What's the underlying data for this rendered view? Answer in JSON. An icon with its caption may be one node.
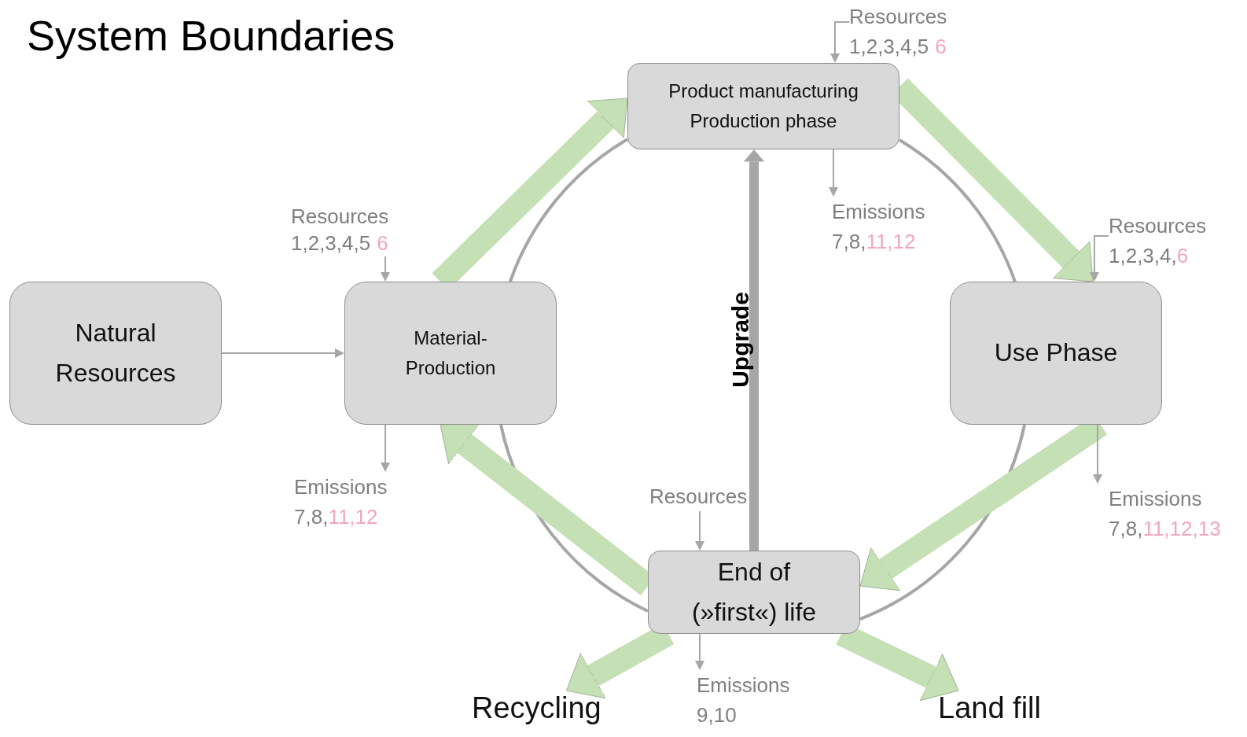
{
  "diagram": {
    "title": "System Boundaries",
    "nodes": [
      {
        "text": [
          "Natural Resources"
        ]
      },
      {
        "text": [
          "Material- Production"
        ]
      },
      {
        "text": [
          "Product manufacturing Production phase"
        ]
      },
      {
        "text": [
          "Use Phase"
        ]
      },
      {
        "text": [
          "End of (»first«) life"
        ]
      },
      {
        "text": [
          "Recycling"
        ]
      },
      {
        "text": [
          "Land fill"
        ]
      },
      {
        "text": [
          "Resources",
          "1,2,3,4,5",
          "6"
        ]
      },
      {
        "text": [
          "Emissions",
          "7,8,",
          "11,12"
        ]
      },
      {
        "text": [
          "Resources",
          "1,2,3,4,5",
          "6"
        ]
      },
      {
        "text": [
          "Emissions",
          "7,8,",
          "11,12"
        ]
      },
      {
        "text": [
          "Resources",
          "1,2,3,4,",
          "6"
        ]
      },
      {
        "text": [
          "Emissions",
          "7,8,",
          "11,12,13"
        ]
      },
      {
        "text": [
          "Resources"
        ]
      },
      {
        "text": [
          "Emissions",
          "9,10"
        ]
      }
    ],
    "edges": [
      {
        "from": 0,
        "to": 1,
        "arrow": "to"
      },
      {
        "from": 1,
        "to": 2,
        "arrow": "none"
      },
      {
        "from": 2,
        "to": 3,
        "arrow": "none"
      },
      {
        "from": 3,
        "to": 4,
        "arrow": "none"
      },
      {
        "from": 4,
        "to": 1,
        "arrow": "none"
      },
      {
        "from": 1,
        "to": 2,
        "arrow": "to",
        "style": "thick",
        "color": "#c5e0b4"
      },
      {
        "from": 2,
        "to": 3,
        "arrow": "to",
        "style": "thick",
        "color": "#c5e0b4"
      },
      {
        "from": 3,
        "to": 4,
        "arrow": "to",
        "style": "thick",
        "color": "#c5e0b4"
      },
      {
        "from": 4,
        "to": 1,
        "arrow": "to",
        "style": "thick",
        "color": "#c5e0b4"
      },
      {
        "from": 4,
        "to": 5,
        "arrow": "to",
        "style": "thick",
        "color": "#c5e0b4"
      },
      {
        "from": 4,
        "to": 6,
        "arrow": "to",
        "style": "thick",
        "color": "#c5e0b4"
      },
      {
        "from": 7,
        "to": 2,
        "arrow": "to"
      },
      {
        "from": 2,
        "to": 8,
        "arrow": "to"
      },
      {
        "from": 9,
        "to": 1,
        "arrow": "to"
      },
      {
        "from": 1,
        "to": 10,
        "arrow": "to"
      },
      {
        "from": 11,
        "to": 3,
        "arrow": "to"
      },
      {
        "from": 3,
        "to": 12,
        "arrow": "to"
      },
      {
        "from": 13,
        "to": 4,
        "arrow": "to"
      },
      {
        "from": 4,
        "to": 14,
        "arrow": "to"
      },
      {
        "from": 4,
        "to": 2,
        "arrow": "to",
        "style": "thick",
        "label": "Upgrade"
      }
    ]
  }
}
